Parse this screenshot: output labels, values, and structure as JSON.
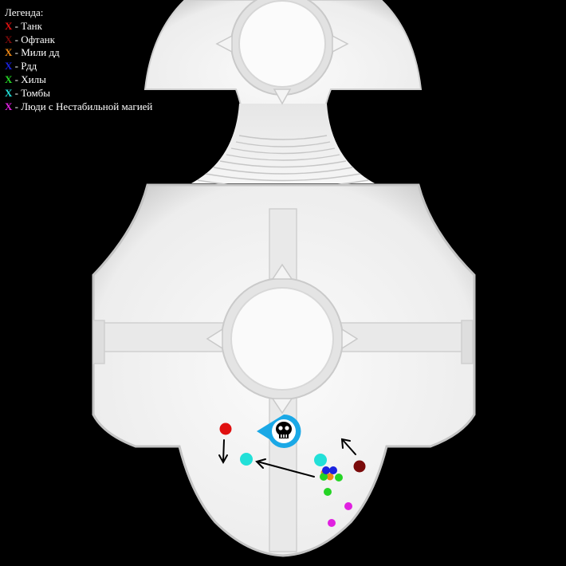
{
  "legend": {
    "title": "Легенда:",
    "mark_glyph": "X",
    "separator": " - ",
    "items": [
      {
        "label": "Танк",
        "color": "#e01010"
      },
      {
        "label": "Офтанк",
        "color": "#7a0a0a"
      },
      {
        "label": "Мили дд",
        "color": "#f08a16"
      },
      {
        "label": "Рдд",
        "color": "#1a22e0"
      },
      {
        "label": "Хилы",
        "color": "#25d425"
      },
      {
        "label": "Томбы",
        "color": "#22e0d8"
      },
      {
        "label": "Люди с Нестабильной магией",
        "color": "#e020e0"
      }
    ]
  },
  "colors": {
    "background": "#000000",
    "floor": "#f3f3f3",
    "wall_shade": "#c8c8c8",
    "boss_ring": "#1aa8e6",
    "arrow": "#000000"
  },
  "markers": {
    "boss_icon": "skull-icon",
    "tombs_count": 2,
    "healers_count": 3,
    "ranged_count": 2,
    "unstable_magic_count": 2
  }
}
